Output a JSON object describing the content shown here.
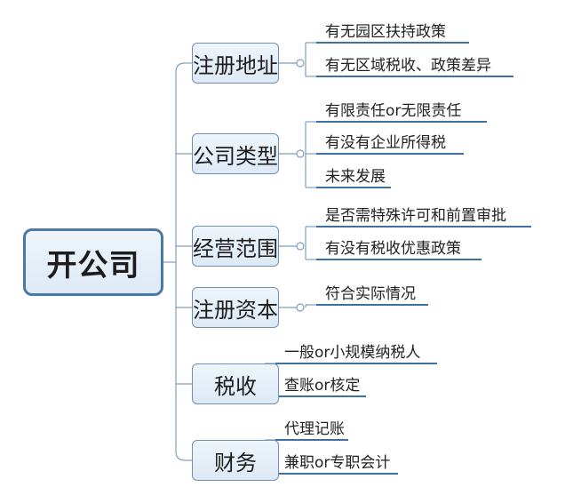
{
  "root": {
    "label": "开公司"
  },
  "branches": [
    {
      "label": "注册地址",
      "items": [
        "有无园区扶持政策",
        "有无区域税收、政策差异"
      ]
    },
    {
      "label": "公司类型",
      "items": [
        "有限责任or无限责任",
        "有没有企业所得税",
        "未来发展"
      ]
    },
    {
      "label": "经营范围",
      "items": [
        "是否需特殊许可和前置审批",
        "有没有税收优惠政策"
      ]
    },
    {
      "label": "注册资本",
      "items": [
        "符合实际情况"
      ]
    },
    {
      "label": "税收",
      "items": [
        "一般or小规模纳税人",
        "查账or核定"
      ]
    },
    {
      "label": "财务",
      "items": [
        "代理记账",
        "兼职or专职会计"
      ]
    }
  ],
  "colors": {
    "line": "#7f9fc0",
    "underline": "#3f6fa3",
    "root_border": "#4c78a8",
    "box_border": "#6f8fb3"
  }
}
